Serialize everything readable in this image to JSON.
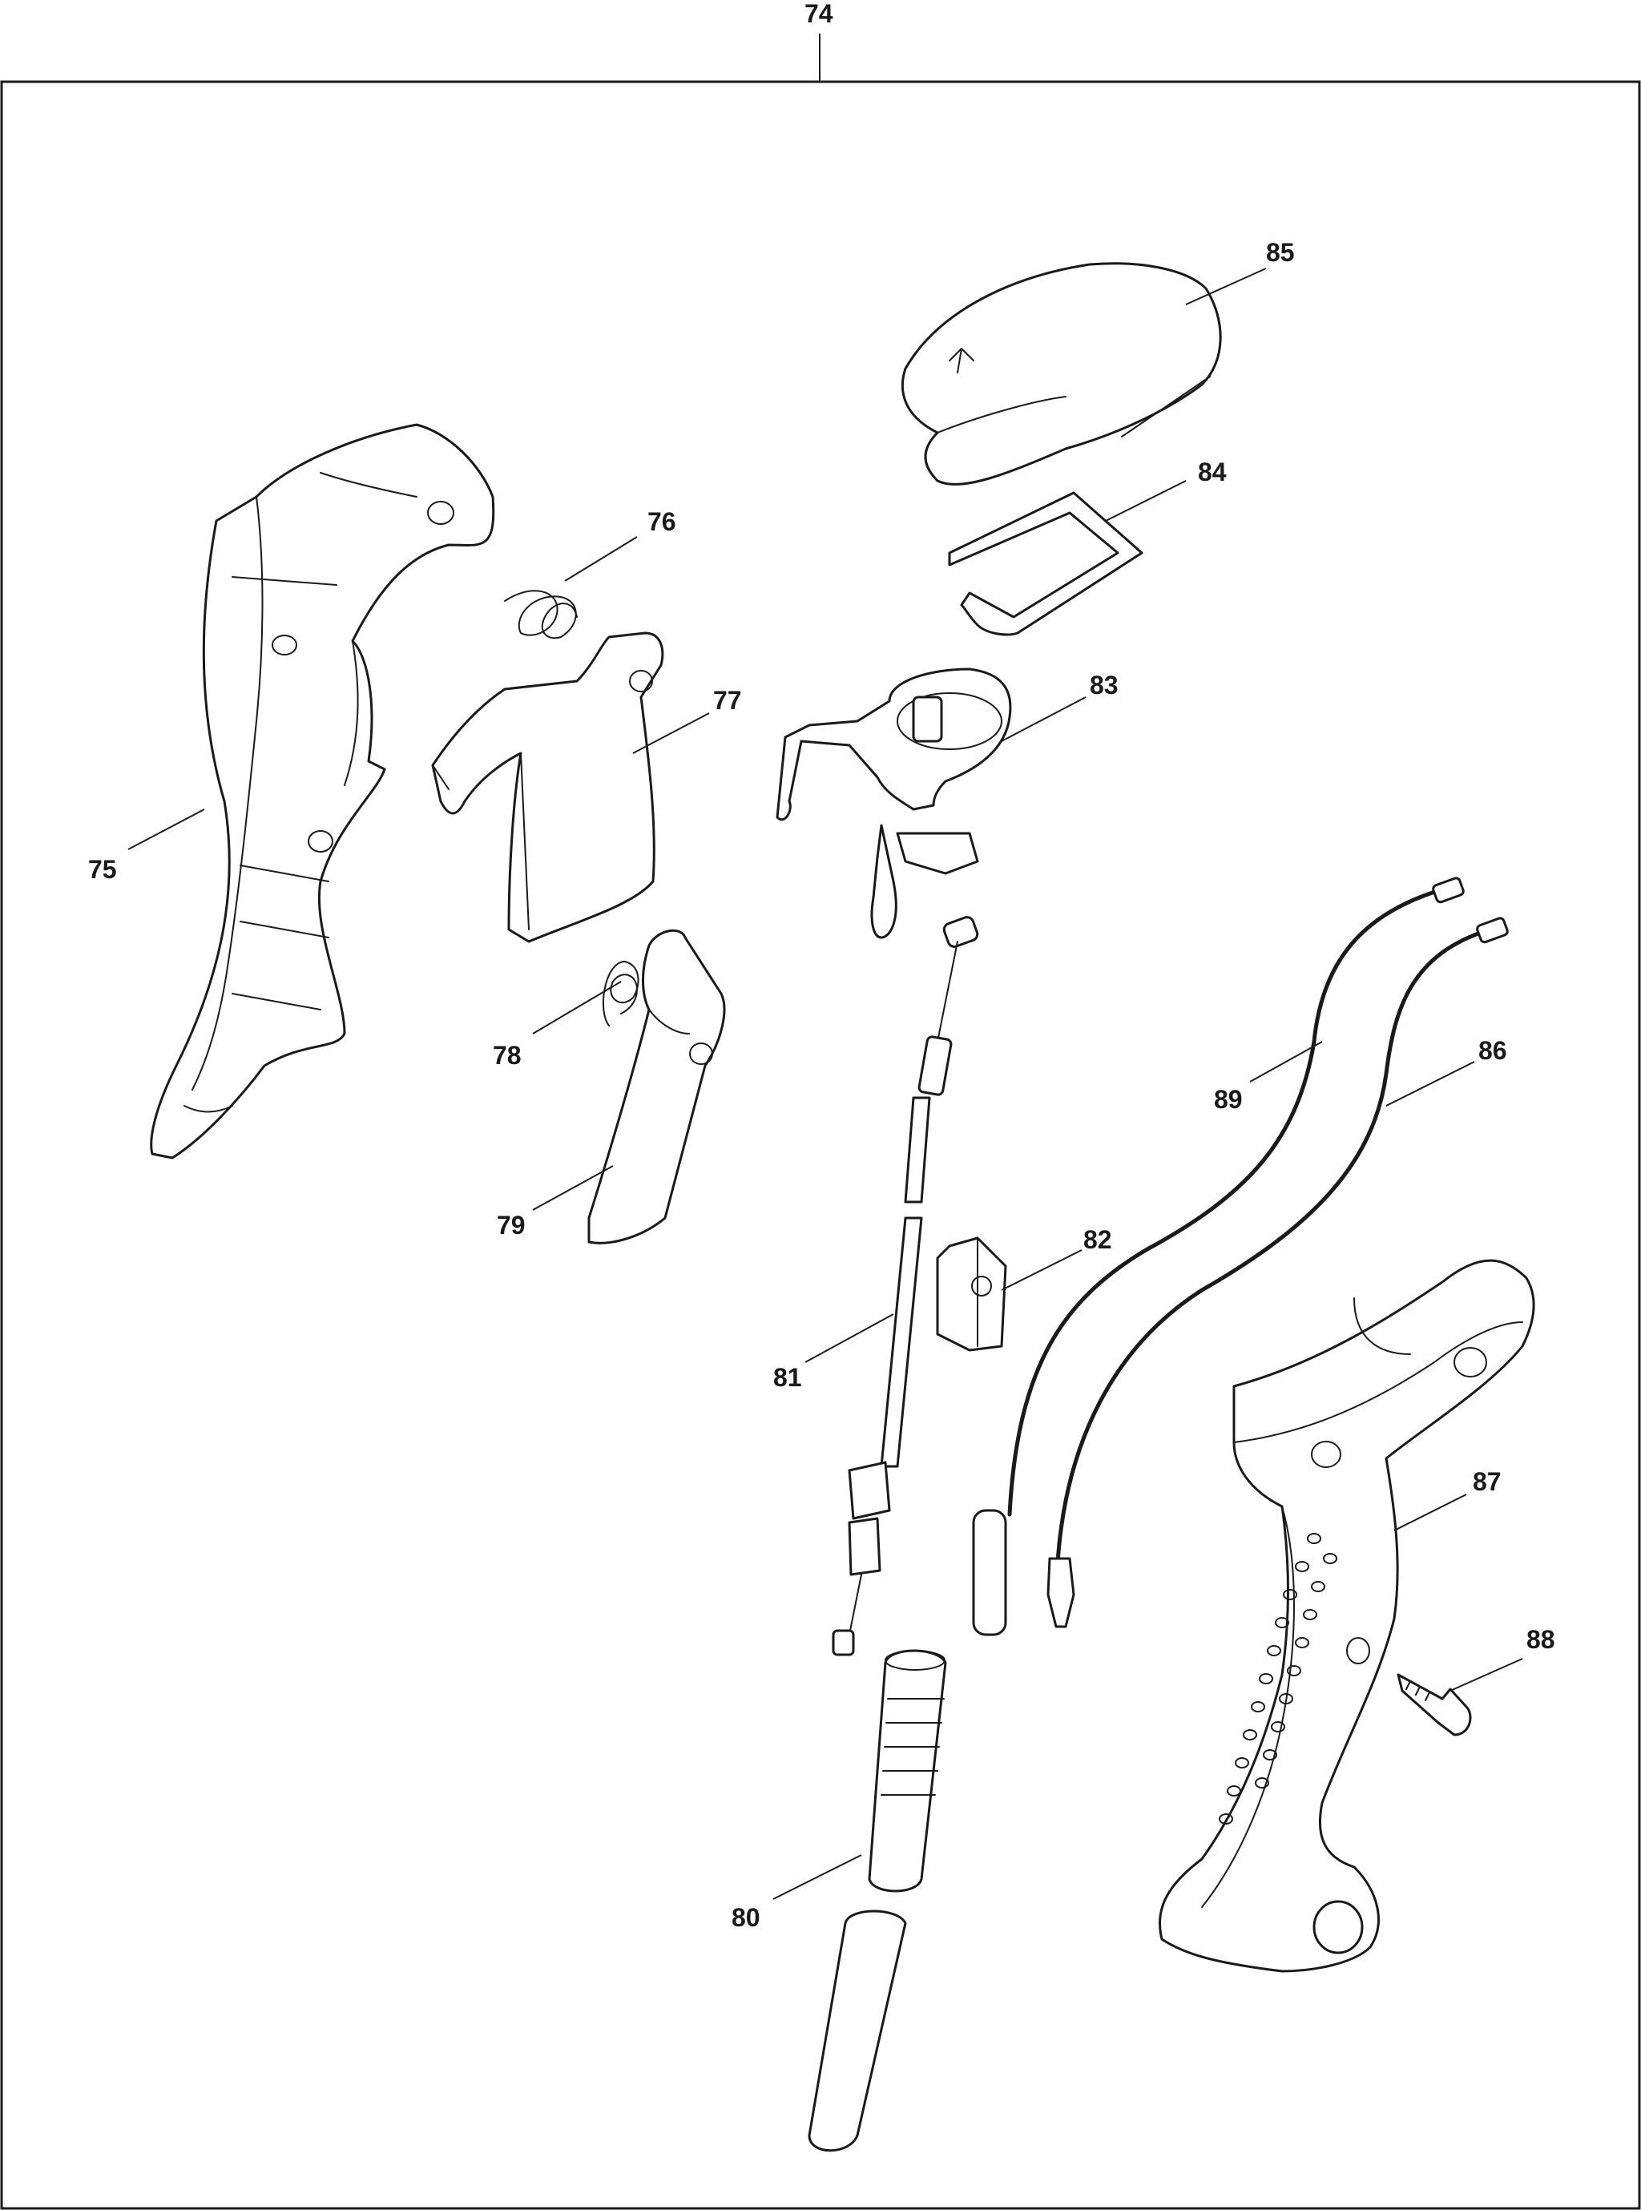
{
  "callouts": {
    "c74": "74",
    "c75": "75",
    "c76": "76",
    "c77": "77",
    "c78": "78",
    "c79": "79",
    "c80": "80",
    "c81": "81",
    "c82": "82",
    "c83": "83",
    "c84": "84",
    "c85": "85",
    "c86": "86",
    "c87": "87",
    "c88": "88",
    "c89": "89"
  }
}
